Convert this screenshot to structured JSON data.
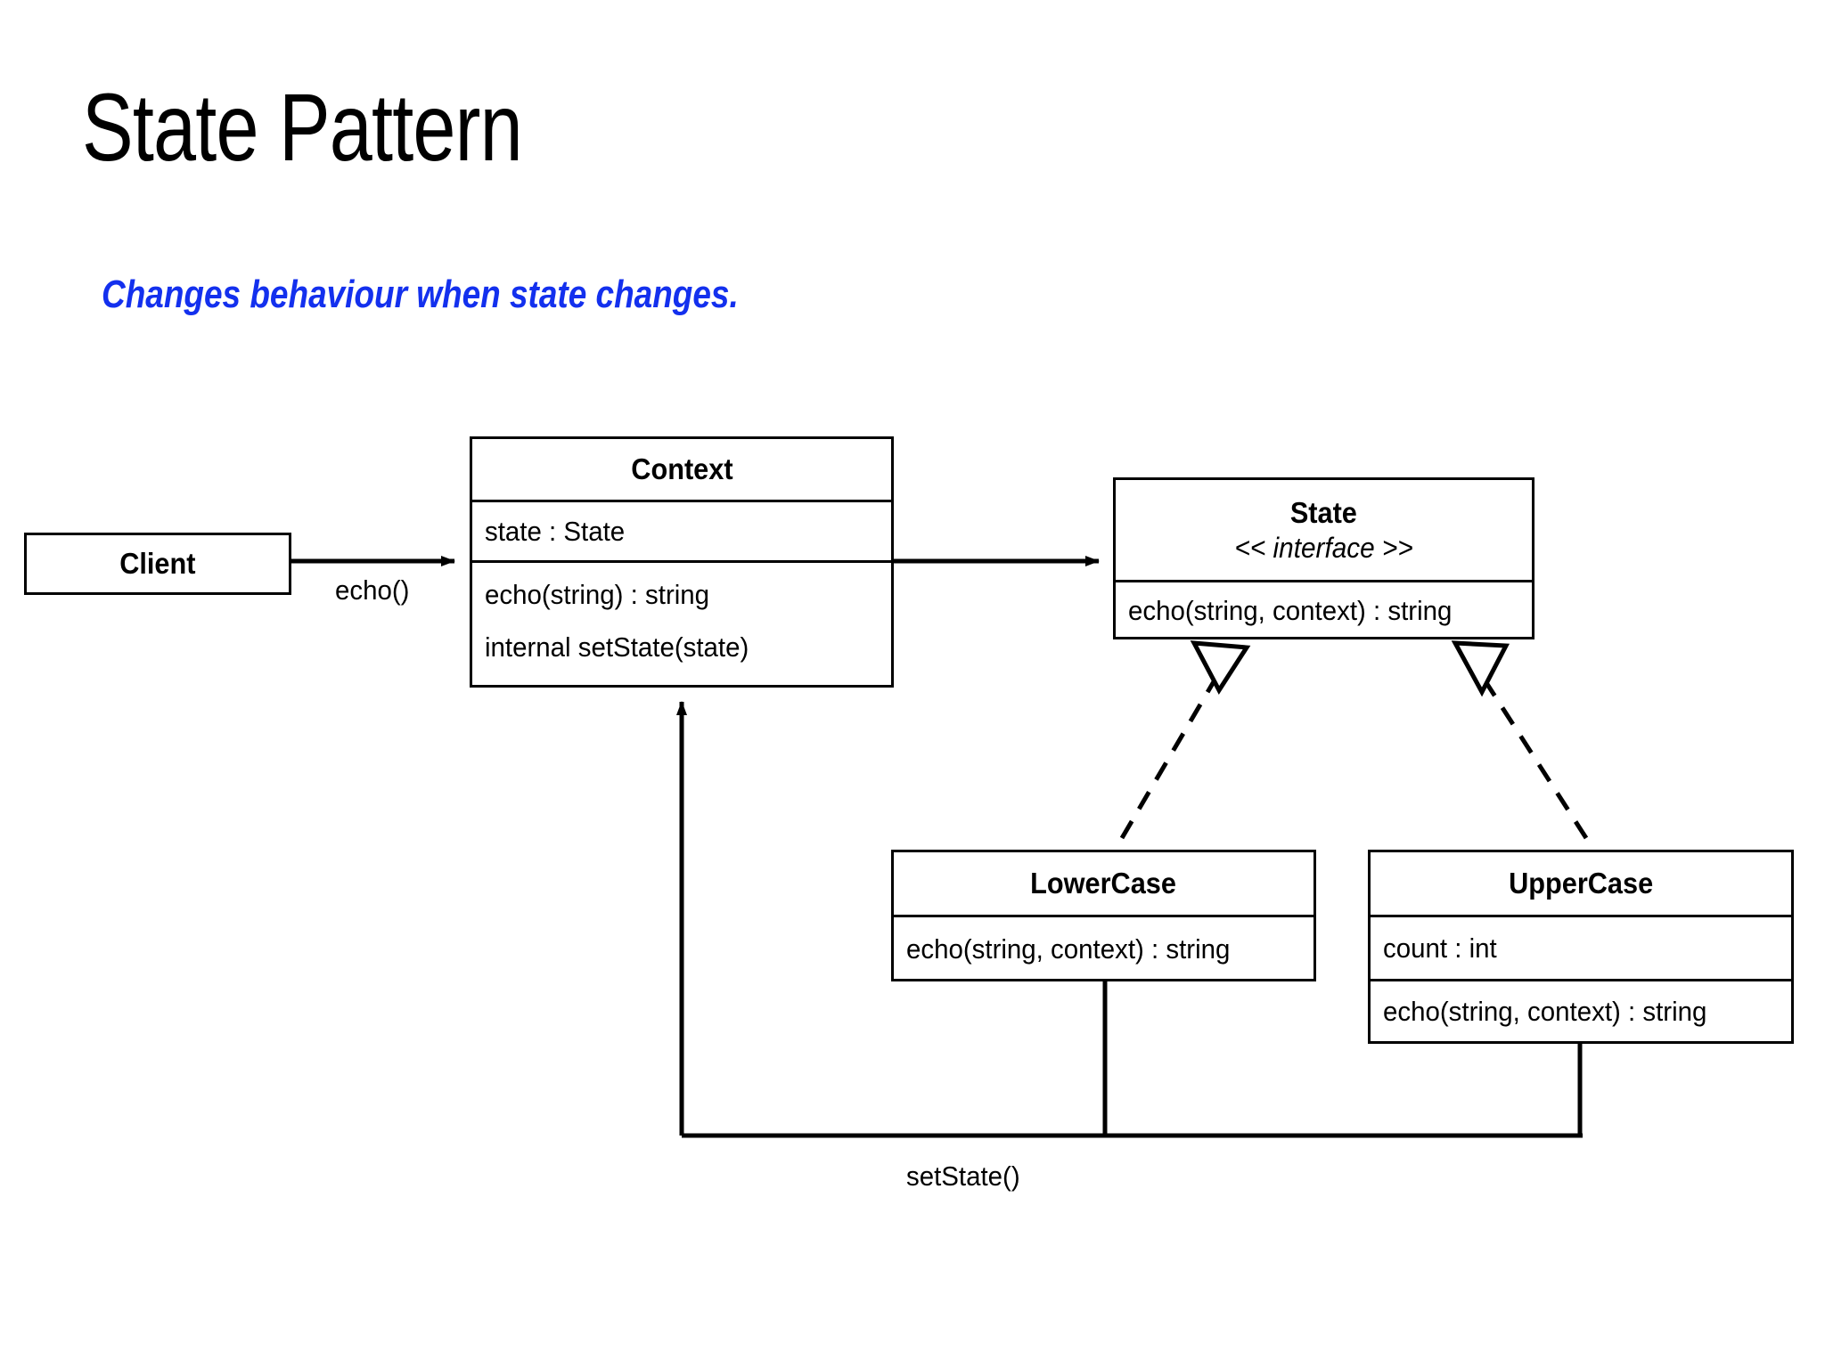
{
  "slide": {
    "title": "State Pattern",
    "subtitle": "Changes behaviour when state changes.",
    "subtitle_color": "#1330ee",
    "background_color": "#ffffff",
    "line_color": "#000000"
  },
  "diagram": {
    "type": "uml-class-diagram",
    "classes": [
      {
        "id": "client",
        "name": "Client",
        "stereotype": "",
        "attributes": [],
        "operations": []
      },
      {
        "id": "context",
        "name": "Context",
        "stereotype": "",
        "attributes": [
          "state : State"
        ],
        "operations": [
          "echo(string) : string",
          "internal setState(state)"
        ]
      },
      {
        "id": "state",
        "name": "State",
        "stereotype": "<< interface >>",
        "attributes": [],
        "operations": [
          "echo(string, context) : string"
        ]
      },
      {
        "id": "lowercase",
        "name": "LowerCase",
        "stereotype": "",
        "attributes": [],
        "operations": [
          "echo(string, context) : string"
        ]
      },
      {
        "id": "uppercase",
        "name": "UpperCase",
        "stereotype": "",
        "attributes": [
          "count : int"
        ],
        "operations": [
          "echo(string, context) : string"
        ]
      }
    ],
    "relations": [
      {
        "id": "client-context",
        "from": "client",
        "to": "context",
        "kind": "association-directed",
        "label": "echo()"
      },
      {
        "id": "context-state",
        "from": "context",
        "to": "state",
        "kind": "association-directed",
        "label": ""
      },
      {
        "id": "lowercase-state",
        "from": "lowercase",
        "to": "state",
        "kind": "realization",
        "label": ""
      },
      {
        "id": "uppercase-state",
        "from": "uppercase",
        "to": "state",
        "kind": "realization",
        "label": ""
      },
      {
        "id": "states-context",
        "from": "lowercase,uppercase",
        "to": "context",
        "kind": "association-directed",
        "label": "setState()"
      }
    ]
  }
}
